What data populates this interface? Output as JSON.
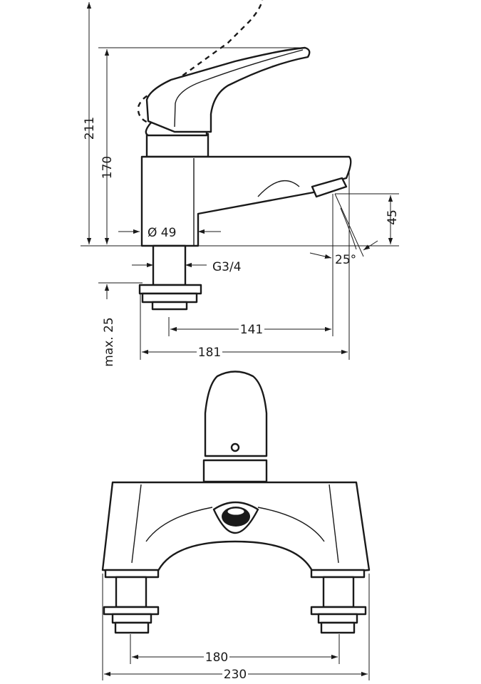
{
  "side_view": {
    "dim_total_height": "211",
    "dim_body_height": "170",
    "dim_base_diameter": "Ø 49",
    "dim_thread": "G3/4",
    "dim_spout_drop": "45",
    "dim_spout_angle": "25°",
    "dim_spout_reach": "141",
    "dim_overall_depth": "181",
    "dim_max_deck": "max. 25"
  },
  "front_view": {
    "dim_centres": "180",
    "dim_overall_width": "230"
  }
}
